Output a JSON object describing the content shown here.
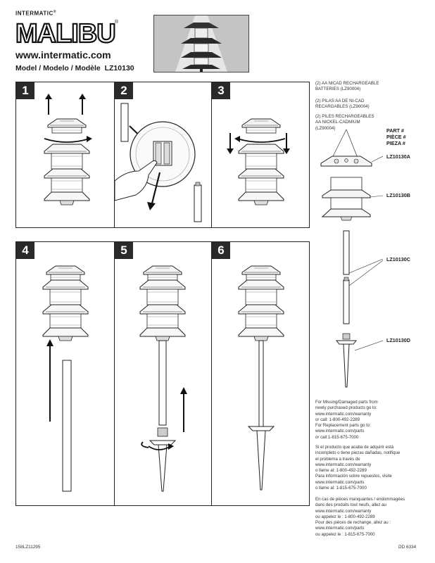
{
  "header": {
    "brand_small": "INTERMATIC",
    "brand_reg": "®",
    "logo_text": "MALIBU",
    "logo_reg": "®",
    "url": "www.intermatic.com",
    "model_label": "Model / Modelo / Modèle",
    "model_number": "LZ10130"
  },
  "steps": [
    "1",
    "2",
    "3",
    "4",
    "5",
    "6"
  ],
  "batteries": {
    "en": [
      "(2) AA NICAD RECHARGEABLE",
      "BATTERIES (LZ90004)"
    ],
    "es": [
      "(2) PILAS AA DE NI-CAD",
      "RECARGABLES (LZ90004)"
    ],
    "fr": [
      "(2) PILES RECHARGEABLES",
      "AA NICKEL-CADMIUM",
      "(LZ90004)"
    ]
  },
  "parts": {
    "header": [
      "PART #",
      "PIÈCE #",
      "PIEZA #"
    ],
    "codes": [
      "LZ10130A",
      "LZ10130B",
      "LZ10130C",
      "LZ10130D"
    ]
  },
  "info_en": [
    "For Missing/Damaged parts from",
    "newly purchased products go to:",
    "www.intermatic.com/warranty",
    "or call: 1-800-492-2289",
    "For Replacement parts go to:",
    "www.intermatic.com/parts",
    "or call:1-815-675-7000"
  ],
  "info_es": [
    "Si el producto que acaba de adquirir está",
    "incompleto o tiene piezas dañadas, notifique",
    "el problema a través de",
    "www.intermatic.com/warranty",
    "o llame al: 1-800-492-2289",
    "Para información sobre repuestos, visite",
    "www.intermatic.com/parts",
    "o llame al: 1-815-675-7000"
  ],
  "info_fr": [
    "En cas de pièces manquantes / endommagées",
    "dans des produits tout neufs, allez au",
    "www.intermatic.com/warranty",
    "ou appelez le : 1-800-492-2289",
    "Pour des pièces de rechange, allez au :",
    "www.intermatic.com/parts",
    "ou appelez le : 1-815-675-7000"
  ],
  "footer": {
    "left": "158LZ11295",
    "right": "DD 6334"
  },
  "colors": {
    "ink": "#1a1a1a",
    "panel_border": "#222222",
    "number_bg": "#2a2a2a",
    "hero_bg": "#c9c9c9"
  }
}
